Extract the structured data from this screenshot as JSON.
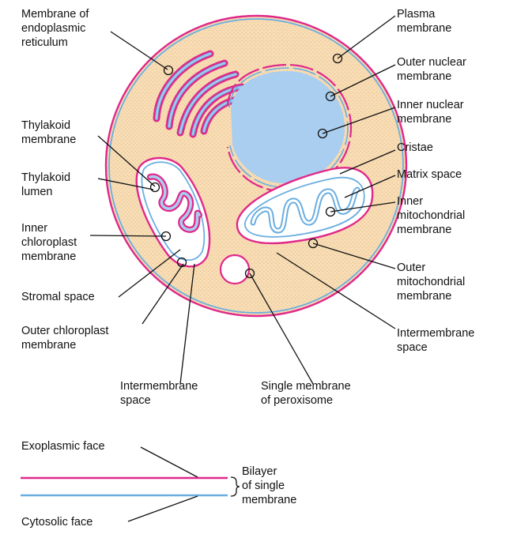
{
  "labels": {
    "er_membrane": "Membrane of\nendoplasmic\nreticulum",
    "plasma_membrane": "Plasma\nmembrane",
    "outer_nuclear_membrane": "Outer nuclear\nmembrane",
    "inner_nuclear_membrane": "Inner nuclear\nmembrane",
    "cristae": "Cristae",
    "matrix_space": "Matrix space",
    "inner_mito_membrane": "Inner\nmitochondrial\nmembrane",
    "outer_mito_membrane": "Outer\nmitochondrial\nmembrane",
    "intermembrane_space_right": "Intermembrane\nspace",
    "thylakoid_membrane": "Thylakoid\nmembrane",
    "thylakoid_lumen": "Thylakoid\nlumen",
    "inner_chloroplast_membrane": "Inner\nchloroplast\nmembrane",
    "stromal_space": "Stromal space",
    "outer_chloroplast_membrane": "Outer chloroplast\nmembrane",
    "intermembrane_space_bottom": "Intermembrane\nspace",
    "peroxisome_membrane": "Single membrane\nof peroxisome"
  },
  "legend": {
    "exoplasmic_face": "Exoplasmic face",
    "cytosolic_face": "Cytosolic face",
    "bilayer": "Bilayer\nof single\nmembrane"
  },
  "colors": {
    "cytosol": "#f7dcb4",
    "lumen": "#a9cef0",
    "exoplasmic_leaflet": "#e0288a",
    "cytosolic_leaflet": "#6aaee0",
    "leader_line": "#111111"
  }
}
